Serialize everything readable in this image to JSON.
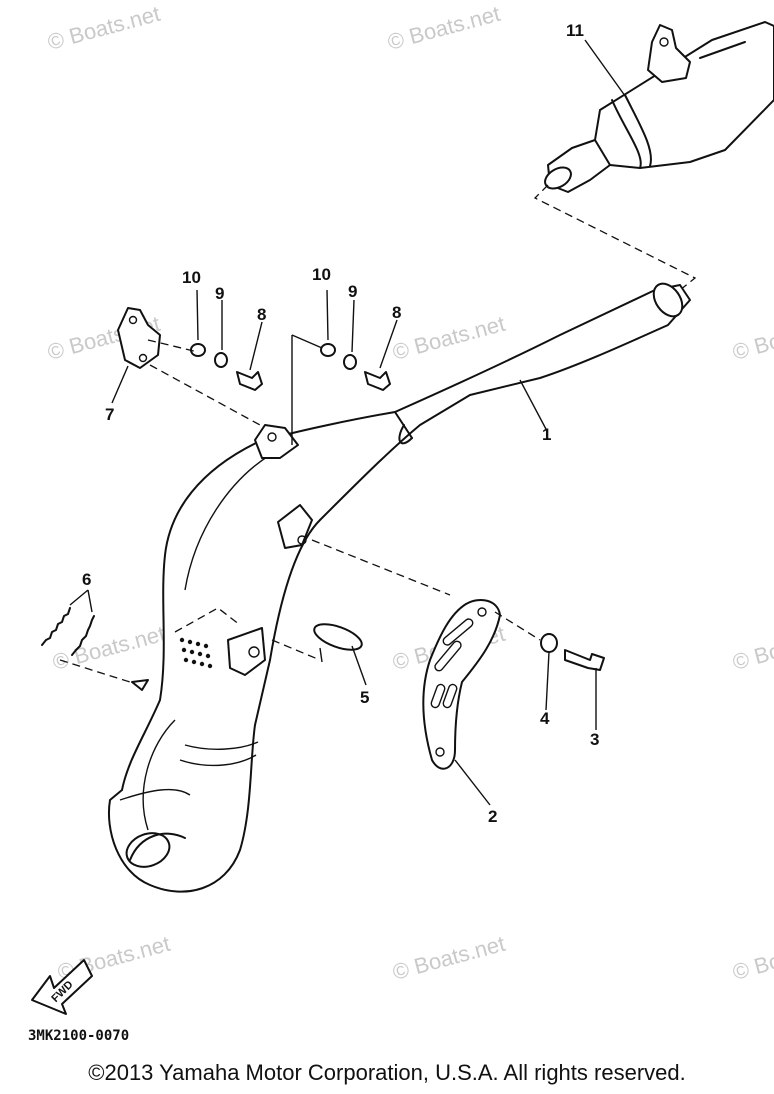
{
  "diagram": {
    "callouts": [
      "11",
      "10",
      "9",
      "8",
      "10",
      "9",
      "8",
      "7",
      "1",
      "6",
      "5",
      "4",
      "3",
      "2"
    ],
    "part_code": "3MK2100-0070",
    "fwd_label": "FWD",
    "watermark": "© Boats.net"
  },
  "footer": {
    "copyright": "©2013 Yamaha Motor Corporation, U.S.A. All rights reserved."
  }
}
